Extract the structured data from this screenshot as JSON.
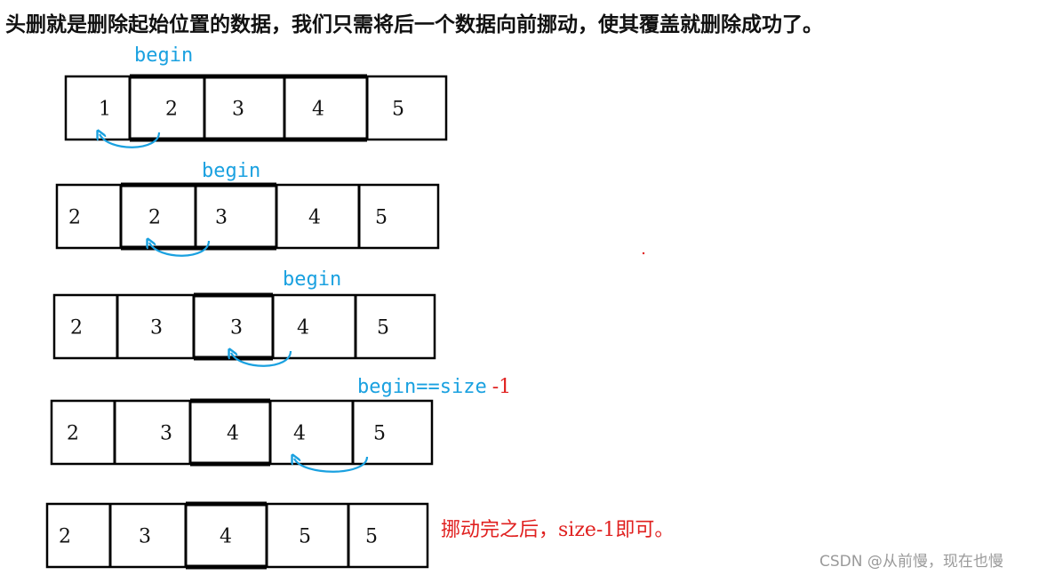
{
  "heading": "头删就是删除起始位置的数据，我们只需将后一个数据向前挪动，使其覆盖就删除成功了。",
  "colors": {
    "label": "#1aa1e0",
    "arrow": "#1aa1e0",
    "note": "#e0201f",
    "text": "#111111"
  },
  "rows": [
    {
      "cells": [
        "1",
        "2",
        "3",
        "4",
        "5"
      ],
      "label": "begin",
      "arrow_from": 1,
      "arrow_to": 0
    },
    {
      "cells": [
        "2",
        "2",
        "3",
        "4",
        "5"
      ],
      "label": "begin",
      "arrow_from": 2,
      "arrow_to": 1
    },
    {
      "cells": [
        "2",
        "3",
        "3",
        "4",
        "5"
      ],
      "label": "begin",
      "arrow_from": 3,
      "arrow_to": 2
    },
    {
      "cells": [
        "2",
        "3",
        "4",
        "4",
        "5"
      ],
      "label": "begin==size",
      "label_suffix": "-1",
      "arrow_from": 4,
      "arrow_to": 3
    },
    {
      "cells": [
        "2",
        "3",
        "4",
        "5",
        "5"
      ]
    }
  ],
  "final_note": "挪动完之后，size-1即可。",
  "watermark": "CSDN @从前慢，现在也慢"
}
